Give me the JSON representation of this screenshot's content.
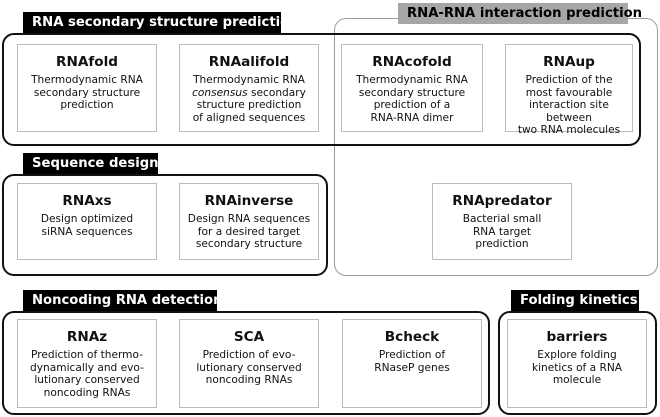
{
  "groups": {
    "secondary": "RNA secondary structure prediction",
    "interaction": "RNA-RNA interaction prediction",
    "design": "Sequence design",
    "noncoding": "Noncoding RNA detection",
    "kinetics": "Folding kinetics"
  },
  "tools": {
    "rnafold": {
      "name": "RNAfold",
      "desc": [
        "Thermodynamic RNA",
        "secondary structure",
        "prediction"
      ]
    },
    "rnaalifold": {
      "name": "RNAalifold",
      "desc_prefix": "Thermodynamic RNA",
      "desc_em": "consensus",
      "desc_suffix": " secondary",
      "desc": [
        "structure prediction",
        "of aligned sequences"
      ]
    },
    "rnacofold": {
      "name": "RNAcofold",
      "desc": [
        "Thermodynamic RNA",
        "secondary structure",
        "prediction of a",
        "RNA-RNA dimer"
      ]
    },
    "rnaup": {
      "name": "RNAup",
      "desc": [
        "Prediction of the",
        "most favourable",
        "interaction site between",
        "two RNA molecules"
      ]
    },
    "rnaxs": {
      "name": "RNAxs",
      "desc": [
        "Design optimized",
        "siRNA sequences"
      ]
    },
    "rnainverse": {
      "name": "RNAinverse",
      "desc": [
        "Design RNA sequences",
        "for a desired target",
        "secondary structure"
      ]
    },
    "rnapredator": {
      "name": "RNApredator",
      "desc": [
        "Bacterial small",
        "RNA target",
        "prediction"
      ]
    },
    "rnaz": {
      "name": "RNAz",
      "desc": [
        "Prediction of thermo-",
        "dynamically and evo-",
        "lutionary conserved",
        "noncoding RNAs"
      ]
    },
    "sca": {
      "name": "SCA",
      "desc": [
        "Prediction of evo-",
        "lutionary conserved",
        "noncoding RNAs"
      ]
    },
    "bcheck": {
      "name": "Bcheck",
      "desc": [
        "Prediction of",
        "RNaseP genes"
      ]
    },
    "barriers": {
      "name": "barriers",
      "desc": [
        "Explore folding",
        "kinetics of a RNA",
        "molecule"
      ]
    }
  },
  "colors": {
    "frame": "#111111",
    "interaction_frame": "#9a9a9a",
    "interaction_label_bg": "#a6a6a6",
    "card_border": "#bcbcbc"
  }
}
